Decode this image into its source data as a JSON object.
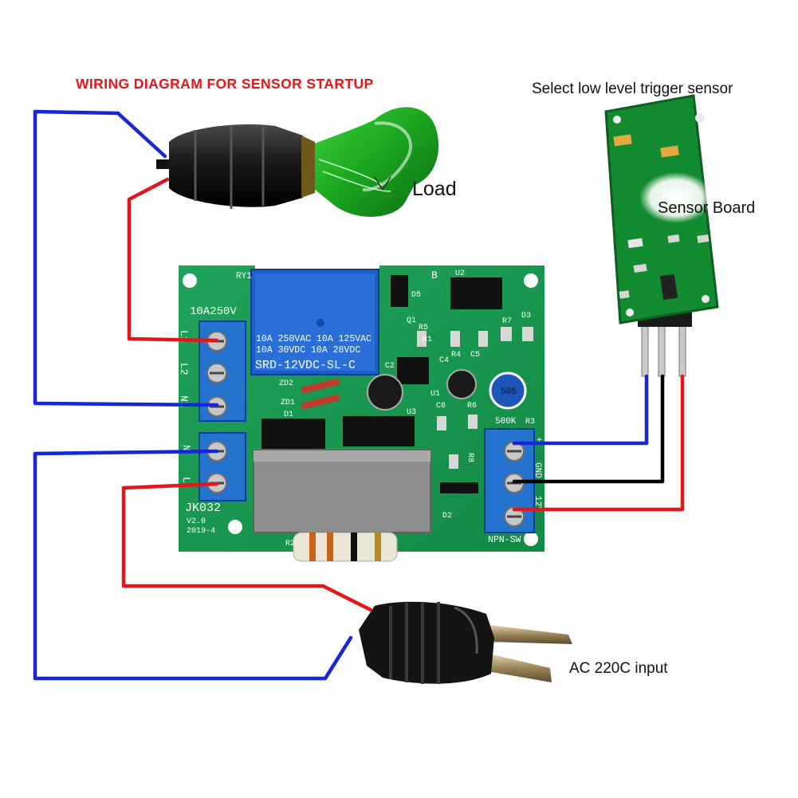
{
  "diagram": {
    "title": "WIRING DIAGRAM FOR SENSOR STARTUP",
    "sensor_caption": "Select low level trigger sensor",
    "load_label": "Load",
    "sensor_board_label": "Sensor Board",
    "ac_input_label": "AC 220C input",
    "wire_colors": {
      "neutral": "#1527d6",
      "live": "#e3161b",
      "ground": "#000000"
    }
  },
  "board": {
    "relay_text": [
      "10A 250VAC  10A 125VAC",
      "10A  30VDC  10A  28VDC",
      "SRD-12VDC-SL-C"
    ],
    "relay_ref": "RY1",
    "rating": "10A250V",
    "output_terminals": [
      "L1",
      "L2",
      "N1"
    ],
    "input_terminals": [
      "N",
      "L"
    ],
    "model": "JK032",
    "version": "V2.0",
    "date": "2019-4",
    "sensor_terminals": [
      "+",
      "GND",
      "12V"
    ],
    "sensor_switch": "NPN-SW",
    "pot_value": "500K",
    "pot_marking": "505",
    "components": [
      "B",
      "U2",
      "D5",
      "R5",
      "Q1",
      "R4",
      "C5",
      "R7",
      "D3",
      "R1",
      "C2",
      "C4",
      "U1",
      "ZD2",
      "ZD1",
      "D1",
      "U3",
      "C6",
      "R6",
      "R3",
      "R8",
      "D2",
      "R2"
    ]
  }
}
